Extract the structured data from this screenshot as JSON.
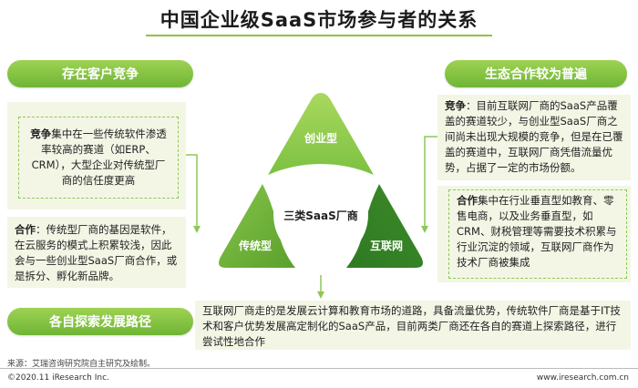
{
  "title": "中国企业级SaaS市场参与者的关系",
  "left_top": {
    "heading": "存在客户竞争",
    "lead": "竞争",
    "text": "集中在一些传统软件渗透率较高的赛道（如ERP、CRM），大型企业对传统型厂商的信任度更高"
  },
  "left_bottom": {
    "lead": "合作",
    "text": "：传统型厂商的基因是软件，在云服务的模式上积累较浅，因此会与一些创业型SaaS厂商合作，或是拆分、孵化新品牌。"
  },
  "right_top": {
    "heading": "生态合作较为普遍",
    "lead": "竞争",
    "text": "：目前互联网厂商的SaaS产品覆盖的赛道较少，与创业型SaaS厂商之间尚未出现大规模的竞争，但是在已覆盖的赛道中，互联网厂商凭借流量优势，占据了一定的市场份额。"
  },
  "right_bottom": {
    "lead": "合作",
    "text": "集中在行业垂直型如教育、零售电商，以及业务垂直型，如CRM、财税管理等需要技术积累与行业沉淀的领域，互联网厂商作为技术厂商被集成"
  },
  "bottom": {
    "heading": "各自探索发展路径",
    "text": "互联网厂商走的是发展云计算和教育市场的道路，具备流量优势，传统软件厂商是基于IT技术和客户优势发展高定制化的SaaS产品，目前两类厂商还在各自的赛道上探索路径，进行尝试性地合作"
  },
  "diagram": {
    "center": "三类SaaS厂商",
    "top": "创业型",
    "left": "传统型",
    "right": "互联网"
  },
  "colors": {
    "green_light": "#8cc63f",
    "green_dark": "#5aa02c",
    "panel_bg": "#f3f6e5"
  },
  "footer": {
    "source": "来源：艾瑞咨询研究院自主研究及绘制。",
    "copyright": "©2020.11 iResearch Inc.",
    "site": "www.iresearch.com.cn"
  }
}
